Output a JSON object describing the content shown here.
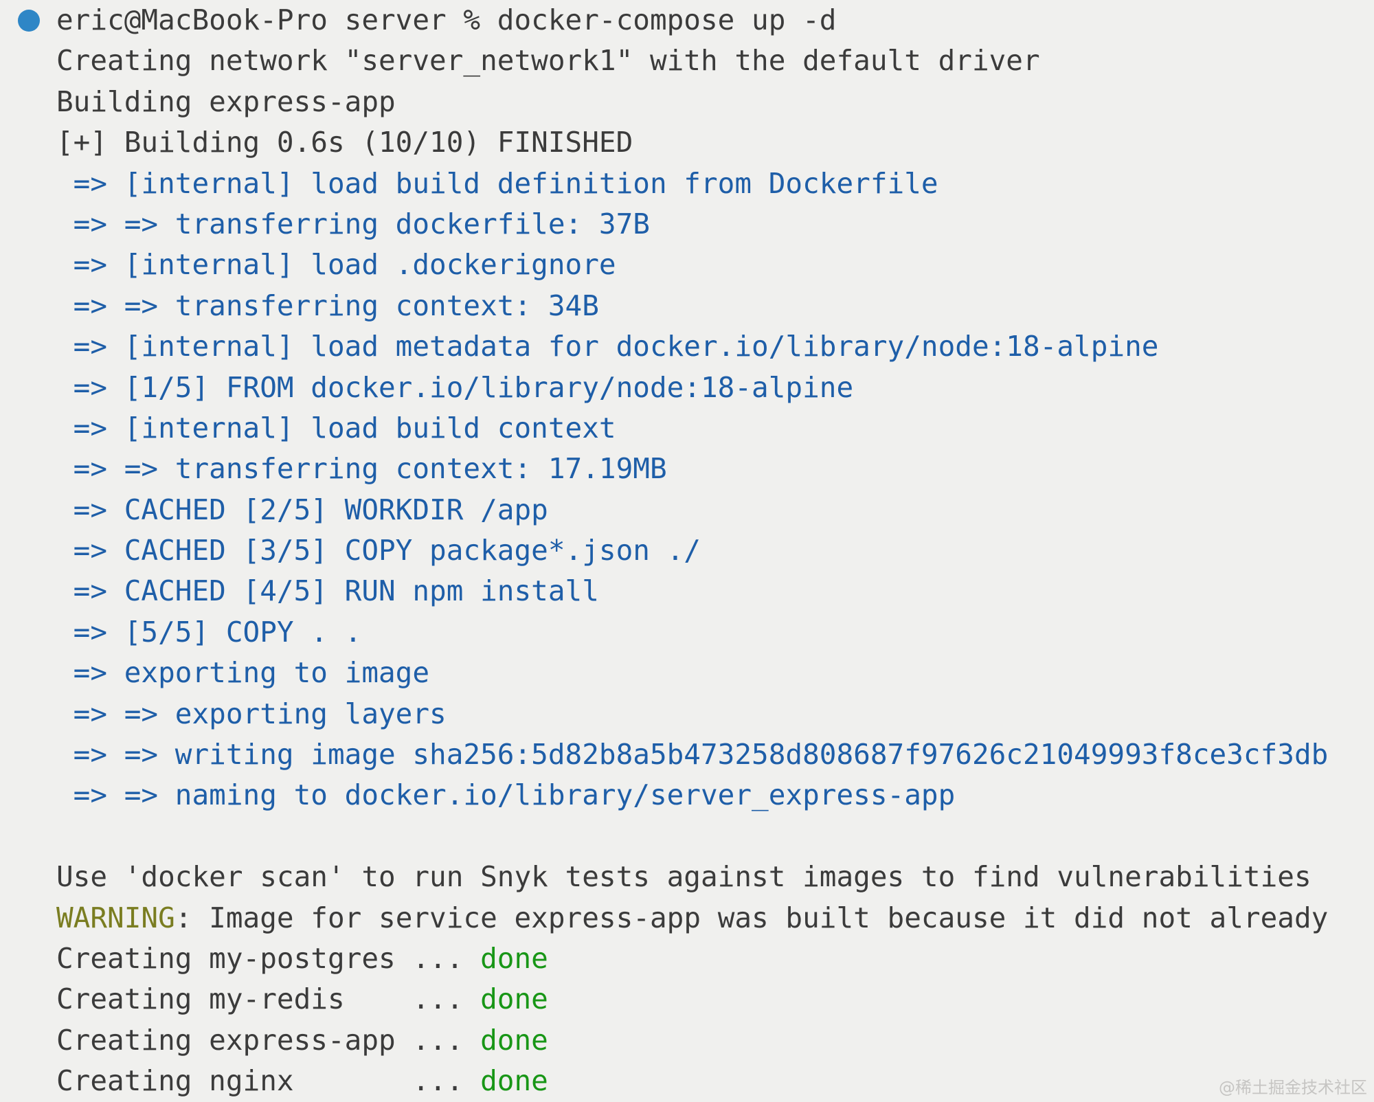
{
  "colors": {
    "background": "#f0f0ee",
    "text_default": "#3b3b3b",
    "text_blue": "#1e5ea8",
    "text_olive": "#7a7d21",
    "text_green": "#189616",
    "prompt_dot": "#2e86c6",
    "watermark": "#c6c5c3"
  },
  "terminal": {
    "prompt": {
      "user_host": "eric@MacBook-Pro",
      "directory": "server",
      "symbol": "%",
      "command": "docker-compose up -d"
    },
    "lines": [
      {
        "bullet": true,
        "segments": [
          {
            "text": "eric@MacBook-Pro server % docker-compose up -d",
            "color": "default"
          }
        ]
      },
      {
        "segments": [
          {
            "text": "Creating network \"server_network1\" with the default driver",
            "color": "default"
          }
        ]
      },
      {
        "segments": [
          {
            "text": "Building express-app",
            "color": "default"
          }
        ]
      },
      {
        "segments": [
          {
            "text": "[+] Building 0.6s (10/10) FINISHED",
            "color": "default"
          }
        ]
      },
      {
        "segments": [
          {
            "text": " => [internal] load build definition from Dockerfile",
            "color": "blue"
          }
        ]
      },
      {
        "segments": [
          {
            "text": " => => transferring dockerfile: 37B",
            "color": "blue"
          }
        ]
      },
      {
        "segments": [
          {
            "text": " => [internal] load .dockerignore",
            "color": "blue"
          }
        ]
      },
      {
        "segments": [
          {
            "text": " => => transferring context: 34B",
            "color": "blue"
          }
        ]
      },
      {
        "segments": [
          {
            "text": " => [internal] load metadata for docker.io/library/node:18-alpine",
            "color": "blue"
          }
        ]
      },
      {
        "segments": [
          {
            "text": " => [1/5] FROM docker.io/library/node:18-alpine",
            "color": "blue"
          }
        ]
      },
      {
        "segments": [
          {
            "text": " => [internal] load build context",
            "color": "blue"
          }
        ]
      },
      {
        "segments": [
          {
            "text": " => => transferring context: 17.19MB",
            "color": "blue"
          }
        ]
      },
      {
        "segments": [
          {
            "text": " => CACHED [2/5] WORKDIR /app",
            "color": "blue"
          }
        ]
      },
      {
        "segments": [
          {
            "text": " => CACHED [3/5] COPY package*.json ./",
            "color": "blue"
          }
        ]
      },
      {
        "segments": [
          {
            "text": " => CACHED [4/5] RUN npm install",
            "color": "blue"
          }
        ]
      },
      {
        "segments": [
          {
            "text": " => [5/5] COPY . .",
            "color": "blue"
          }
        ]
      },
      {
        "segments": [
          {
            "text": " => exporting to image",
            "color": "blue"
          }
        ]
      },
      {
        "segments": [
          {
            "text": " => => exporting layers",
            "color": "blue"
          }
        ]
      },
      {
        "segments": [
          {
            "text": " => => writing image sha256:5d82b8a5b473258d808687f97626c21049993f8ce3cf3db",
            "color": "blue"
          }
        ]
      },
      {
        "segments": [
          {
            "text": " => => naming to docker.io/library/server_express-app",
            "color": "blue"
          }
        ]
      },
      {
        "segments": [
          {
            "text": "",
            "color": "default"
          }
        ]
      },
      {
        "segments": [
          {
            "text": "Use 'docker scan' to run Snyk tests against images to find vulnerabilities",
            "color": "default"
          }
        ]
      },
      {
        "segments": [
          {
            "text": "WARNING",
            "color": "olive"
          },
          {
            "text": ": Image for service express-app was built because it did not already",
            "color": "default"
          }
        ]
      },
      {
        "segments": [
          {
            "text": "Creating my-postgres ... ",
            "color": "default"
          },
          {
            "text": "done",
            "color": "green"
          }
        ]
      },
      {
        "segments": [
          {
            "text": "Creating my-redis    ... ",
            "color": "default"
          },
          {
            "text": "done",
            "color": "green"
          }
        ]
      },
      {
        "segments": [
          {
            "text": "Creating express-app ... ",
            "color": "default"
          },
          {
            "text": "done",
            "color": "green"
          }
        ]
      },
      {
        "segments": [
          {
            "text": "Creating nginx       ... ",
            "color": "default"
          },
          {
            "text": "done",
            "color": "green"
          }
        ]
      }
    ]
  },
  "watermark": {
    "label": "@稀土掘金技术社区"
  }
}
